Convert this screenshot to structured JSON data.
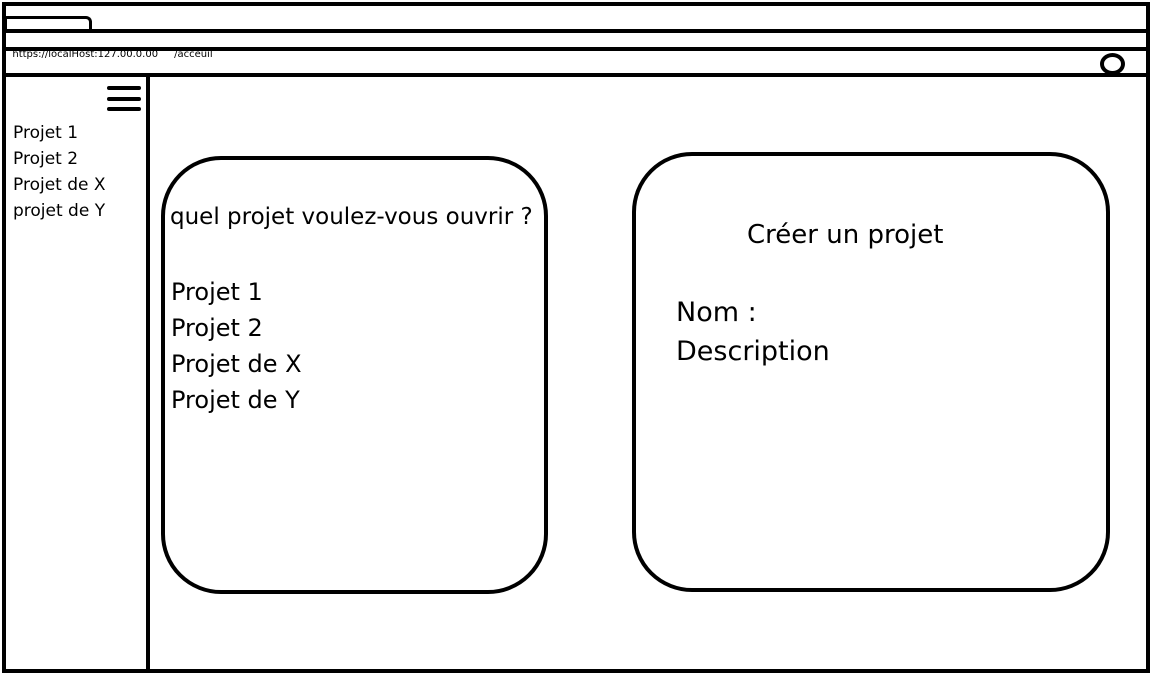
{
  "browser": {
    "url_host": "https://localHost:127.00.0.00",
    "url_path": "/acceuil"
  },
  "sidebar": {
    "menu_icon": "hamburger-icon",
    "items": [
      {
        "label": "Projet 1"
      },
      {
        "label": "Projet 2"
      },
      {
        "label": "Projet de X"
      },
      {
        "label": "projet de Y"
      }
    ]
  },
  "open_panel": {
    "question": "quel projet voulez-vous ouvrir ?",
    "projects": [
      {
        "label": "Projet 1"
      },
      {
        "label": "Projet 2"
      },
      {
        "label": "Projet de X"
      },
      {
        "label": "Projet de Y"
      }
    ]
  },
  "create_panel": {
    "title": "Créer un projet",
    "name_label": "Nom :",
    "description_label": "Description"
  },
  "colors": {
    "line": "#000000",
    "background": "#ffffff"
  }
}
